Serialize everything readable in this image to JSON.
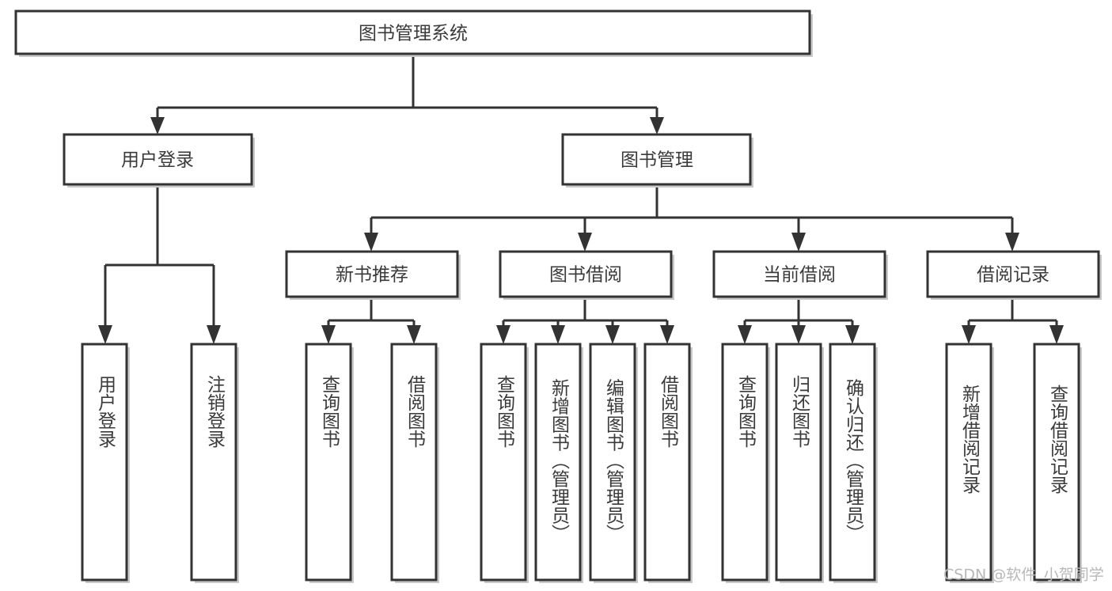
{
  "diagram": {
    "title_node": {
      "label": "图书管理系统"
    },
    "level2": [
      {
        "id": "user-login",
        "label": "用户登录"
      },
      {
        "id": "book-manage",
        "label": "图书管理"
      }
    ],
    "level3": [
      {
        "id": "new-book-recommend",
        "label": "新书推荐"
      },
      {
        "id": "book-borrow",
        "label": "图书借阅"
      },
      {
        "id": "current-borrow",
        "label": "当前借阅"
      },
      {
        "id": "borrow-record",
        "label": "借阅记录"
      }
    ],
    "leaves": {
      "user_login": [
        {
          "id": "leaf-user-login",
          "label": "用户登录"
        },
        {
          "id": "leaf-logout-login",
          "label": "注销登录"
        }
      ],
      "new_book_recommend": [
        {
          "id": "leaf-query-book-1",
          "label": "查询图书"
        },
        {
          "id": "leaf-borrow-book-1",
          "label": "借阅图书"
        }
      ],
      "book_borrow": [
        {
          "id": "leaf-query-book-2",
          "label": "查询图书"
        },
        {
          "id": "leaf-add-book",
          "label": "新增图书（管理员）"
        },
        {
          "id": "leaf-edit-book",
          "label": "编辑图书（管理员）"
        },
        {
          "id": "leaf-borrow-book-2",
          "label": "借阅图书"
        }
      ],
      "current_borrow": [
        {
          "id": "leaf-query-book-3",
          "label": "查询图书"
        },
        {
          "id": "leaf-return-book",
          "label": "归还图书"
        },
        {
          "id": "leaf-confirm-return",
          "label": "确认归还（管理员）"
        }
      ],
      "borrow_record": [
        {
          "id": "leaf-add-record",
          "label": "新增借阅记录"
        },
        {
          "id": "leaf-query-record",
          "label": "查询借阅记录"
        }
      ]
    }
  },
  "watermark": {
    "text": "CSDN @软件_小贺同学"
  },
  "colors": {
    "box_stroke": "#333333",
    "box_fill": "#ffffff",
    "text": "#3a3a3a",
    "shadow": "#c9c9c9",
    "watermark": "#b8b8b8",
    "background": "#ffffff"
  }
}
